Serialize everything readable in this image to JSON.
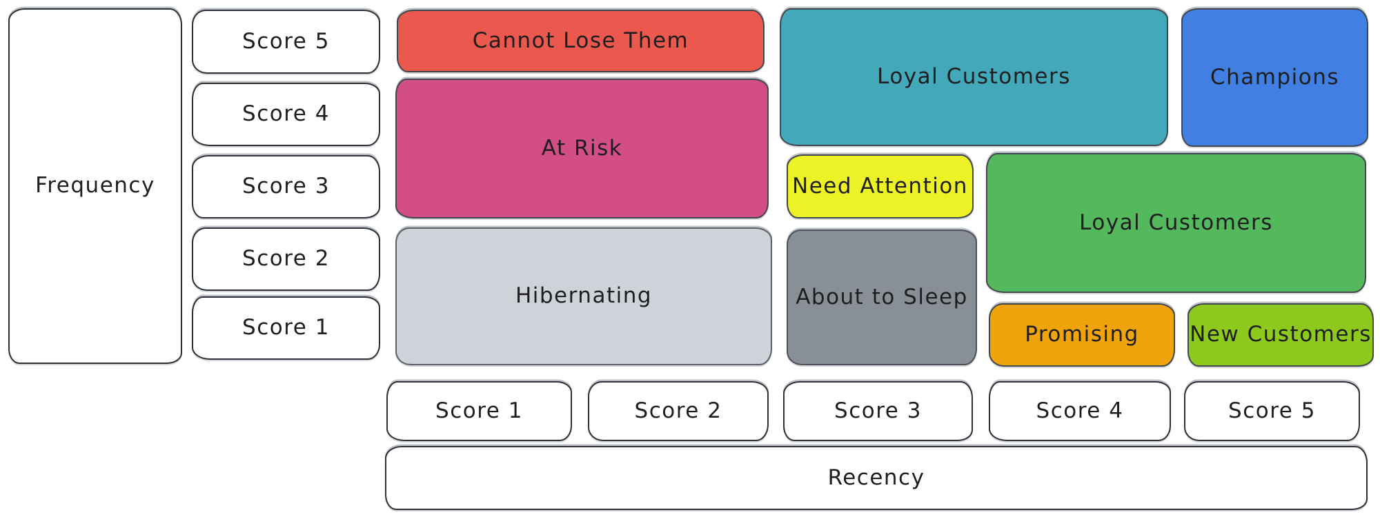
{
  "diagram": {
    "type": "rfm-segmentation-matrix",
    "axes": {
      "y_label": "Frequency",
      "x_label": "Recency"
    },
    "frequency_scores": [
      "Score 5",
      "Score 4",
      "Score 3",
      "Score 2",
      "Score 1"
    ],
    "recency_scores": [
      "Score 1",
      "Score 2",
      "Score 3",
      "Score 4",
      "Score 5"
    ],
    "segments": [
      {
        "label": "Cannot Lose Them",
        "color": "#ea584e"
      },
      {
        "label": "At Risk",
        "color": "#d34d87"
      },
      {
        "label": "Hibernating",
        "color": "#ced3da"
      },
      {
        "label": "Loyal Customers",
        "color": "#42a8ba"
      },
      {
        "label": "Need Attention",
        "color": "#edf226"
      },
      {
        "label": "About to Sleep",
        "color": "#898f96"
      },
      {
        "label": "Champions",
        "color": "#4180e2"
      },
      {
        "label": "Loyal Customers",
        "color": "#54b95c"
      },
      {
        "label": "Promising",
        "color": "#f0a40b"
      },
      {
        "label": "New Customers",
        "color": "#8ec91d"
      }
    ],
    "ink_color": "#1e1e1e",
    "outline_color": "#343a40",
    "background_color": "#ffffff"
  }
}
